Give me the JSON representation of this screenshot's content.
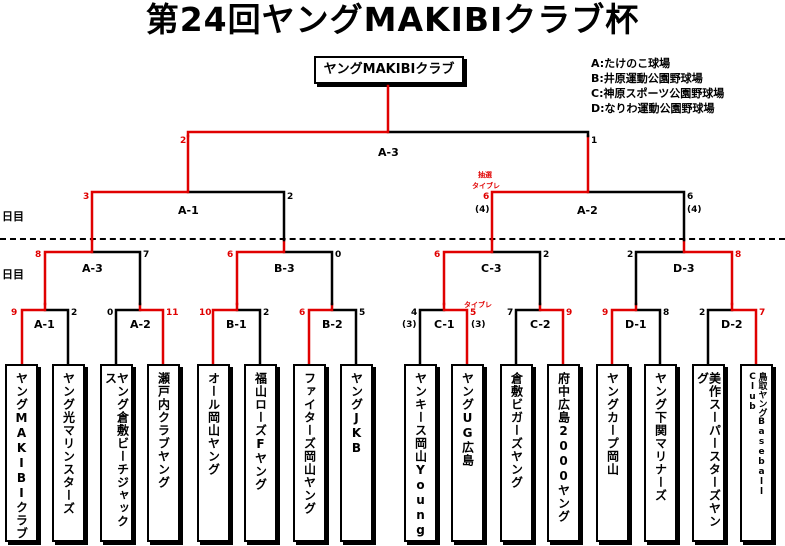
{
  "title": "第24回ヤングMAKIBIクラブ杯",
  "champion": "ヤングMAKIBIクラブ",
  "legend": [
    "A:たけのこ球場",
    "B:井原運動公園野球場",
    "C:神原スポーツ公園野球場",
    "D:なりわ運動公園野球場"
  ],
  "day_labels": [
    "日目",
    "日目"
  ],
  "teams": [
    "ヤングMAKIBIクラブ",
    "ヤング光マリンスターズ",
    "ヤング倉敷ビーチジャックス",
    "瀬戸内クラブヤング",
    "オール岡山ヤング",
    "福山ローズFヤング",
    "ファイターズ岡山ヤング",
    "ヤングJKB",
    "ヤンキース岡山Young",
    "ヤングUG広島",
    "倉敷ビガーズヤング",
    "府中広島2000ヤング",
    "ヤングカープ岡山",
    "ヤング下関マリナーズ",
    "美作スーパースターズヤング",
    "鳥取ヤングBaseball Club"
  ],
  "matches": {
    "A1": "A-1",
    "A2": "A-2",
    "B1": "B-1",
    "B2": "B-2",
    "C1": "C-1",
    "C2": "C-2",
    "D1": "D-1",
    "D2": "D-2",
    "A3": "A-3",
    "B3": "B-3",
    "C3": "C-3",
    "D3": "D-3",
    "SA1": "A-1",
    "SA2": "A-2",
    "F": "A-3"
  },
  "scores": {
    "A1l": "9",
    "A1r": "2",
    "A2l": "0",
    "A2r": "11",
    "B1l": "10",
    "B1r": "2",
    "B2l": "6",
    "B2r": "5",
    "C1l": "4",
    "C1r": "5",
    "C2l": "7",
    "C2r": "9",
    "D1l": "9",
    "D1r": "8",
    "D2l": "2",
    "D2r": "7",
    "A3l": "8",
    "A3r": "7",
    "B3l": "6",
    "B3r": "0",
    "C3l": "6",
    "C3r": "2",
    "D3l": "2",
    "D3r": "8",
    "SA1l": "3",
    "SA1r": "2",
    "SA2l": "6",
    "SA2r": "6",
    "Fl": "2",
    "Fr": "1"
  },
  "pk": {
    "C1l": "(3)",
    "C1r": "(3)",
    "SA2l": "(4)",
    "SA2r": "(4)"
  },
  "notes": {
    "lottery": "抽選",
    "tiebreak1": "タイブレ",
    "tiebreak2": "タイブレ"
  },
  "colors": {
    "winner_line": "#e00000",
    "line": "#000000"
  }
}
